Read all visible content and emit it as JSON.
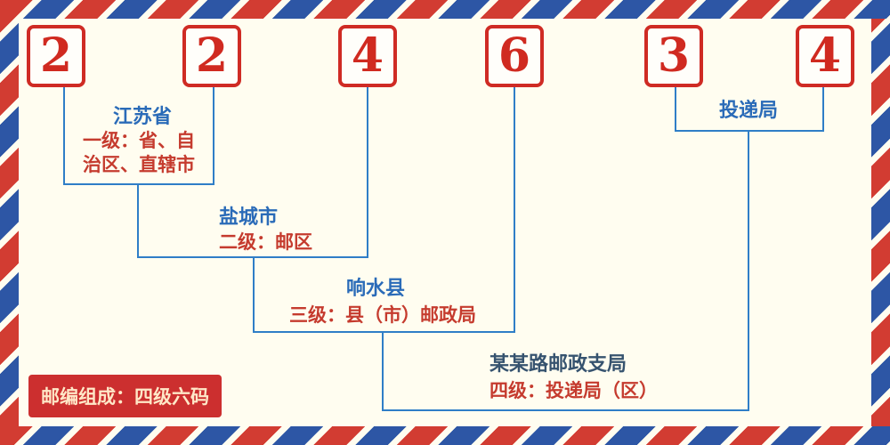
{
  "postal_code": {
    "digits": [
      "2",
      "2",
      "4",
      "6",
      "3",
      "4"
    ]
  },
  "annotations": {
    "level1": {
      "place": "江苏省",
      "desc": "一级：省、自治区、直辖市"
    },
    "level2": {
      "place": "盐城市",
      "desc": "二级：邮区"
    },
    "level3": {
      "place": "响水县",
      "desc": "三级：县（市）邮政局"
    },
    "level4": {
      "place": "某某路邮政支局",
      "desc": "四级：投递局（区）"
    },
    "delivery": {
      "label": "投递局"
    }
  },
  "footer_badge": "邮编组成：四级六码",
  "colors": {
    "background": "#fffdf0",
    "stripe_red": "#d23c32",
    "stripe_blue": "#2d56a5",
    "digit_red": "#d02a20",
    "box_border_red": "#cf2b24",
    "line_blue": "#2f7ec7",
    "place_blue": "#2a6bb8",
    "desc_red": "#c53b2e",
    "badge_bg": "#cc2f2f",
    "badge_text": "#ffe8c8"
  }
}
